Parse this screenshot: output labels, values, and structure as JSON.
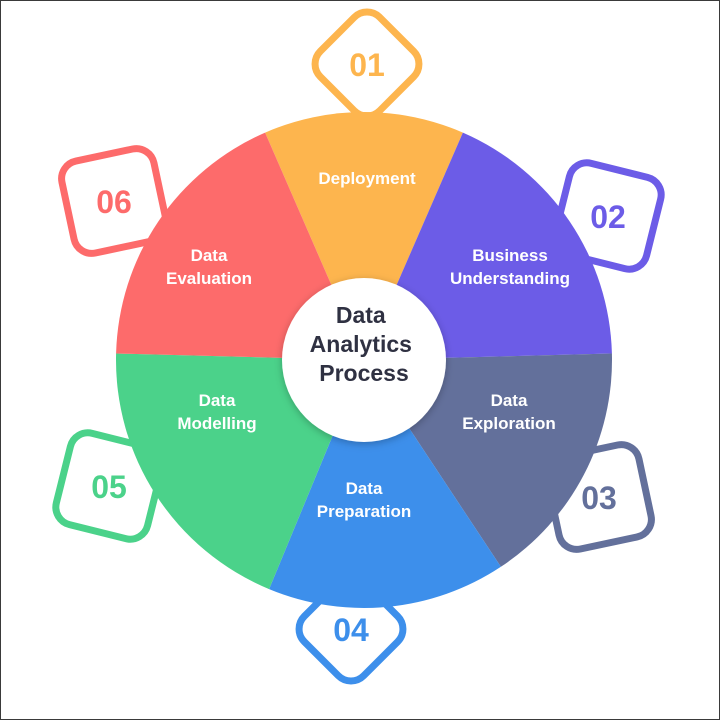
{
  "center": {
    "lines": [
      "Data",
      "Analytics",
      "Process"
    ]
  },
  "steps": [
    {
      "number": "01",
      "lines": [
        "Deployment"
      ],
      "color": "#FDB54E"
    },
    {
      "number": "02",
      "lines": [
        "Business",
        "Understanding"
      ],
      "color": "#6C5CE7"
    },
    {
      "number": "03",
      "lines": [
        "Data",
        "Exploration"
      ],
      "color": "#63709B"
    },
    {
      "number": "04",
      "lines": [
        "Data",
        "Preparation"
      ],
      "color": "#3D8FEB"
    },
    {
      "number": "05",
      "lines": [
        "Data",
        "Modelling"
      ],
      "color": "#4BD28A"
    },
    {
      "number": "06",
      "lines": [
        "Data",
        "Evaluation"
      ],
      "color": "#FD6B6B"
    }
  ]
}
